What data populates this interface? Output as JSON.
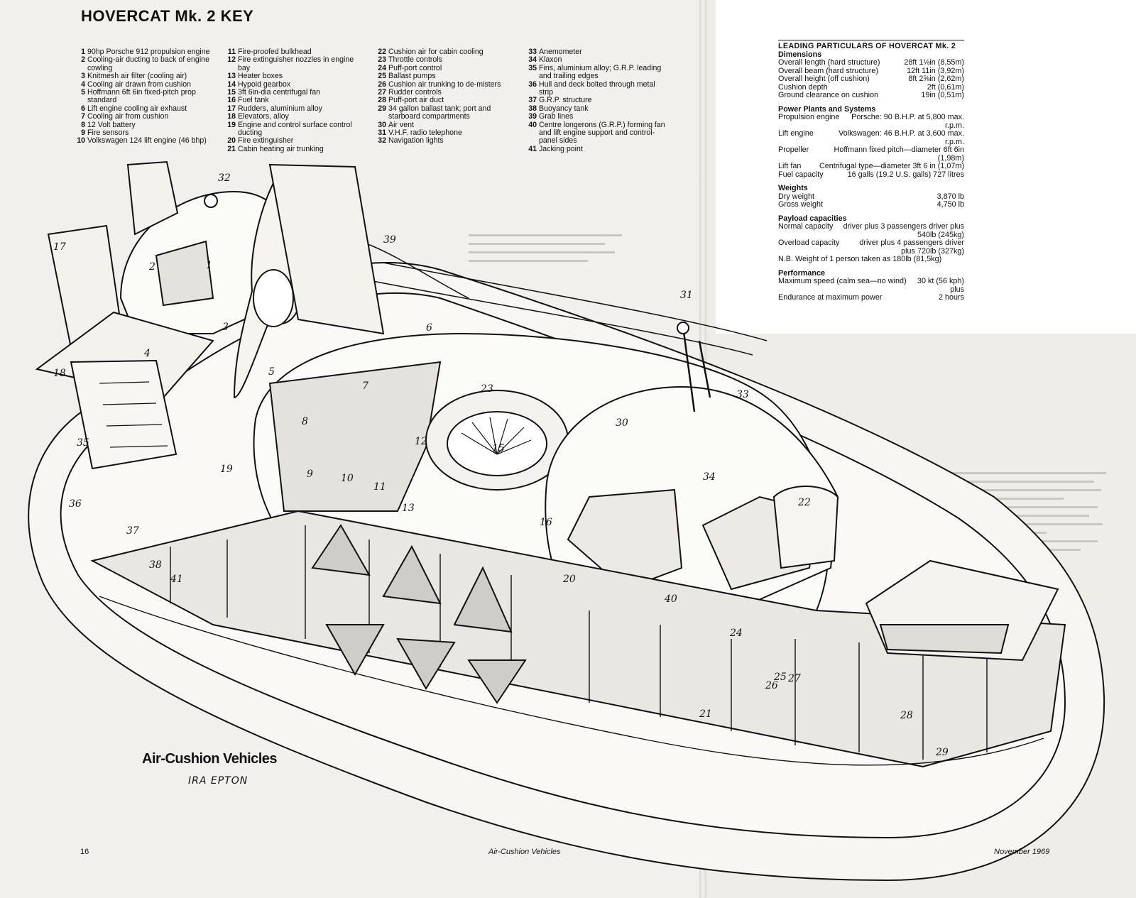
{
  "title": "HOVERCAT Mk. 2 KEY",
  "key": [
    [
      {
        "n": "1",
        "t": "90hp Porsche 912 propulsion engine"
      },
      {
        "n": "2",
        "t": "Cooling-air ducting to back of engine cowling"
      },
      {
        "n": "3",
        "t": "Knitmesh air filter (cooling air)"
      },
      {
        "n": "4",
        "t": "Cooling air drawn from cushion"
      },
      {
        "n": "5",
        "t": "Hoffmann 6ft 6in fixed-pitch prop standard"
      },
      {
        "n": "6",
        "t": "Lift engine cooling air exhaust"
      },
      {
        "n": "7",
        "t": "Cooling air from cushion"
      },
      {
        "n": "8",
        "t": "12 Volt battery"
      },
      {
        "n": "9",
        "t": "Fire sensors"
      },
      {
        "n": "10",
        "t": "Volkswagen 124 lift engine (46 bhp)"
      }
    ],
    [
      {
        "n": "11",
        "t": "Fire-proofed bulkhead"
      },
      {
        "n": "12",
        "t": "Fire extinguisher nozzles in engine bay"
      },
      {
        "n": "13",
        "t": "Heater boxes"
      },
      {
        "n": "14",
        "t": "Hypoid gearbox"
      },
      {
        "n": "15",
        "t": "3ft 6in-dia centrifugal fan"
      },
      {
        "n": "16",
        "t": "Fuel tank"
      },
      {
        "n": "17",
        "t": "Rudders, aluminium alloy"
      },
      {
        "n": "18",
        "t": "Elevators, alloy"
      },
      {
        "n": "19",
        "t": "Engine and control surface control ducting"
      },
      {
        "n": "20",
        "t": "Fire extinguisher"
      },
      {
        "n": "21",
        "t": "Cabin heating air trunking"
      }
    ],
    [
      {
        "n": "22",
        "t": "Cushion air for cabin cooling"
      },
      {
        "n": "23",
        "t": "Throttle controls"
      },
      {
        "n": "24",
        "t": "Puff-port control"
      },
      {
        "n": "25",
        "t": "Ballast pumps"
      },
      {
        "n": "26",
        "t": "Cushion air trunking to de-misters"
      },
      {
        "n": "27",
        "t": "Rudder controls"
      },
      {
        "n": "28",
        "t": "Puff-port air duct"
      },
      {
        "n": "29",
        "t": "34 gallon ballast tank; port and starboard compartments"
      },
      {
        "n": "30",
        "t": "Air vent"
      },
      {
        "n": "31",
        "t": "V.H.F. radio telephone"
      },
      {
        "n": "32",
        "t": "Navigation lights"
      }
    ],
    [
      {
        "n": "33",
        "t": "Anemometer"
      },
      {
        "n": "34",
        "t": "Klaxon"
      },
      {
        "n": "35",
        "t": "Fins, aluminium alloy; G.R.P. leading and trailing edges"
      },
      {
        "n": "36",
        "t": "Hull and deck bolted through metal strip"
      },
      {
        "n": "37",
        "t": "G.R.P. structure"
      },
      {
        "n": "38",
        "t": "Buoyancy tank"
      },
      {
        "n": "39",
        "t": "Grab lines"
      },
      {
        "n": "40",
        "t": "Centre longerons (G.R.P.) forming fan and lift engine support and control-panel sides"
      },
      {
        "n": "41",
        "t": "Jacking point"
      }
    ]
  ],
  "particulars": {
    "heading": "LEADING PARTICULARS OF HOVERCAT Mk. 2",
    "sections": [
      {
        "title": "Dimensions",
        "rows": [
          {
            "label": "Overall length (hard structure)",
            "value": "28ft 1⅛in (8,55m)"
          },
          {
            "label": "Overall beam (hard structure)",
            "value": "12ft 11in (3,92m)"
          },
          {
            "label": "Overall height (off cushion)",
            "value": "8ft 2⅝in (2,62m)"
          },
          {
            "label": "Cushion depth",
            "value": "2ft (0,61m)"
          },
          {
            "label": "Ground clearance on cushion",
            "value": "19in (0,51m)"
          }
        ]
      },
      {
        "title": "Power Plants and Systems",
        "rows": [
          {
            "label": "Propulsion engine",
            "value": "Porsche: 90 B.H.P. at 5,800 max. r.p.m."
          },
          {
            "label": "Lift engine",
            "value": "Volkswagen: 46 B.H.P. at 3,600 max. r.p.m."
          },
          {
            "label": "Propeller",
            "value": "Hoffmann fixed pitch—diameter 6ft 6in (1,98m)"
          },
          {
            "label": "Lift fan",
            "value": "Centrifugal type—diameter 3ft 6 in (1,07m)"
          },
          {
            "label": "Fuel capacity",
            "value": "16 galls (19.2 U.S. galls) 727 litres"
          }
        ]
      },
      {
        "title": "Weights",
        "rows": [
          {
            "label": "Dry weight",
            "value": "3,870 lb"
          },
          {
            "label": "Gross weight",
            "value": "4,750 lb"
          }
        ]
      },
      {
        "title": "Payload capacities",
        "rows": [
          {
            "label": "Normal capacity",
            "value": "driver plus 3 passengers driver plus 540lb (245kg)"
          },
          {
            "label": "Overload capacity",
            "value": "driver plus 4 passengers driver plus 720lb (327kg)"
          },
          {
            "label": "N.B. Weight of 1 person taken as 180lb (81,5kg)",
            "value": ""
          }
        ]
      },
      {
        "title": "Performance",
        "rows": [
          {
            "label": "Maximum speed (calm sea—no wind)",
            "value": "30 kt (56 kph) plus"
          },
          {
            "label": "Endurance at maximum power",
            "value": "2 hours"
          }
        ]
      }
    ]
  },
  "callouts": [
    "32",
    "17",
    "2",
    "1",
    "3",
    "4",
    "5",
    "18",
    "35",
    "36",
    "37",
    "38",
    "41",
    "7",
    "8",
    "9",
    "10",
    "11",
    "12",
    "13",
    "6",
    "39",
    "23",
    "15",
    "16",
    "19",
    "20",
    "21",
    "22",
    "24",
    "25",
    "26",
    "27",
    "28",
    "29",
    "30",
    "31",
    "33",
    "34",
    "40"
  ],
  "brand": "Air-Cushion Vehicles",
  "artist": "IRA EPTON",
  "footer": {
    "page": "16",
    "magazine": "Air-Cushion Vehicles",
    "date": "November 1969"
  }
}
